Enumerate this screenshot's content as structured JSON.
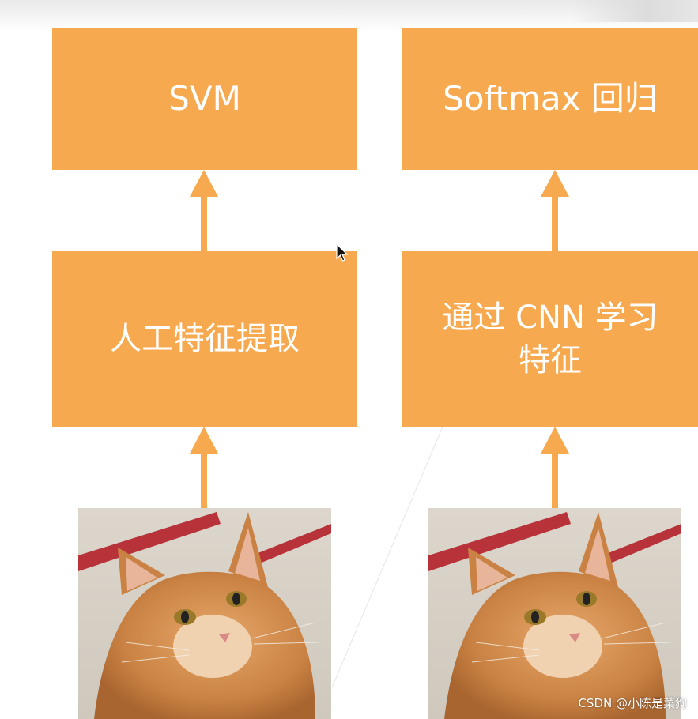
{
  "diagram": {
    "left_column": {
      "top_box": "SVM",
      "middle_box": "人工特征提取"
    },
    "right_column": {
      "top_box": "Softmax 回归",
      "middle_box_line1": "通过 CNN 学习",
      "middle_box_line2": "特征"
    }
  },
  "watermark": "CSDN @小陈是菜狗",
  "colors": {
    "box": "#f7a94f",
    "arrow": "#f7a94f",
    "text": "#ffffff"
  },
  "icons": {
    "cursor": "mouse-pointer-icon"
  }
}
